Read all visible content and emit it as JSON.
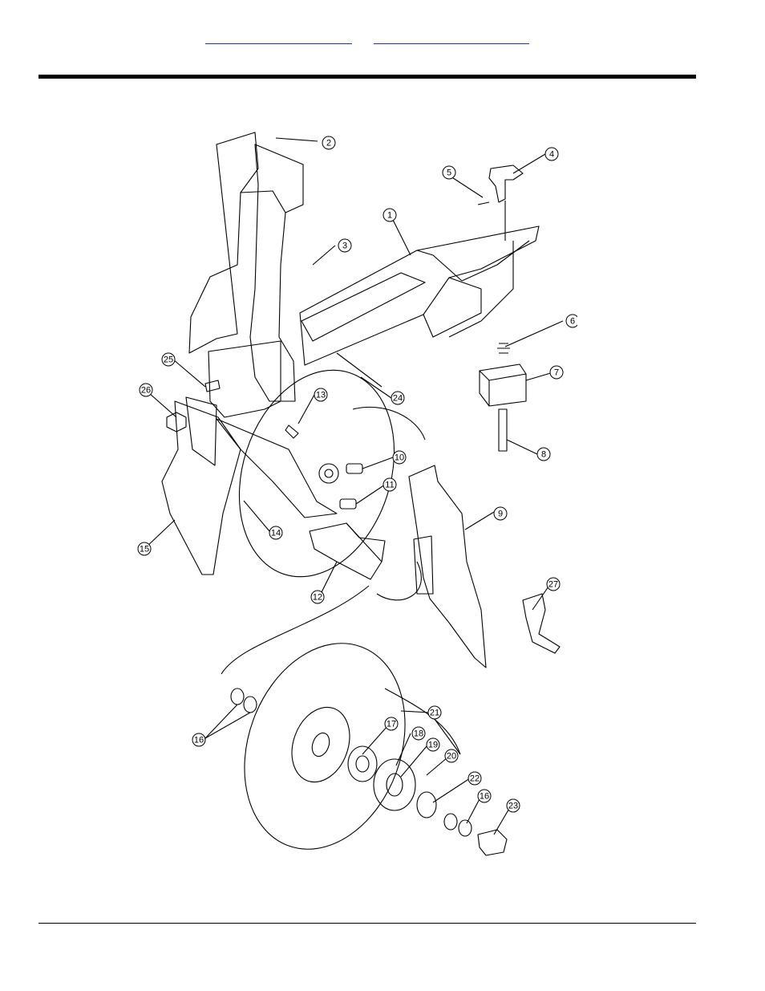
{
  "header": {
    "links": [
      "",
      ""
    ]
  },
  "diagram": {
    "callouts": [
      "1",
      "2",
      "3",
      "4",
      "5",
      "6",
      "7",
      "8",
      "9",
      "10",
      "11",
      "12",
      "13",
      "14",
      "15",
      "16",
      "16",
      "17",
      "18",
      "19",
      "20",
      "21",
      "22",
      "23",
      "24",
      "25",
      "26",
      "27"
    ]
  }
}
